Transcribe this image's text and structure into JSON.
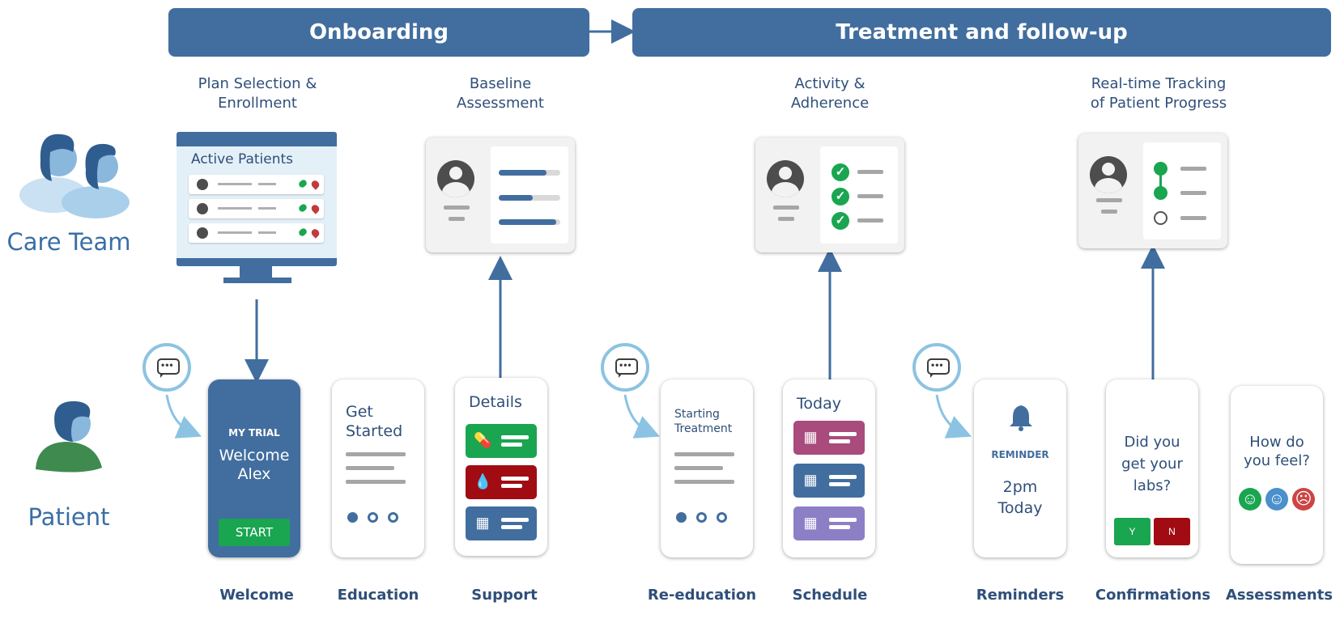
{
  "banners": {
    "onboarding": "Onboarding",
    "treatment": "Treatment and follow-up"
  },
  "roles": {
    "care_team": "Care Team",
    "patient": "Patient"
  },
  "stage_titles": {
    "plan": [
      "Plan Selection &",
      "Enrollment"
    ],
    "baseline": [
      "Baseline",
      "Assessment"
    ],
    "activity": [
      "Activity &",
      "Adherence"
    ],
    "tracking": [
      "Real-time Tracking",
      "of Patient Progress"
    ]
  },
  "monitor": {
    "title": "Active Patients"
  },
  "screens": {
    "welcome": {
      "caption": "MY TRIAL",
      "greeting_1": "Welcome",
      "greeting_2": "Alex",
      "button": "START"
    },
    "education": {
      "heading_1": "Get",
      "heading_2": "Started"
    },
    "support": {
      "heading": "Details"
    },
    "reeducation": {
      "heading_1": "Starting",
      "heading_2": "Treatment"
    },
    "schedule": {
      "heading": "Today"
    },
    "reminders": {
      "caption": "REMINDER",
      "time_1": "2pm",
      "time_2": "Today"
    },
    "confirmations": {
      "question_1": "Did you",
      "question_2": "get your",
      "question_3": "labs?",
      "yes": "Y",
      "no": "N"
    },
    "assessments": {
      "question_1": "How do",
      "question_2": "you feel?"
    }
  },
  "bottom_labels": {
    "welcome": "Welcome",
    "education": "Education",
    "support": "Support",
    "reeducation": "Re-education",
    "schedule": "Schedule",
    "reminders": "Reminders",
    "confirmations": "Confirmations",
    "assessments": "Assessments"
  },
  "colors": {
    "primary": "#416e9f",
    "dark_text": "#2f4f7a",
    "light_blue": "#8cc3e2",
    "green": "#1aa551",
    "dark_red": "#a00c12",
    "magenta": "#a94b7c",
    "purple": "#8d7fc6",
    "yellow_face": "#4a90cc",
    "red_face": "#cc4444"
  },
  "icons": [
    "chat-bubble-icon",
    "pill-icon",
    "blood-drop-icon",
    "calendar-icon",
    "bell-icon",
    "checkmark-icon",
    "avatar-icon",
    "smiley-icon"
  ]
}
